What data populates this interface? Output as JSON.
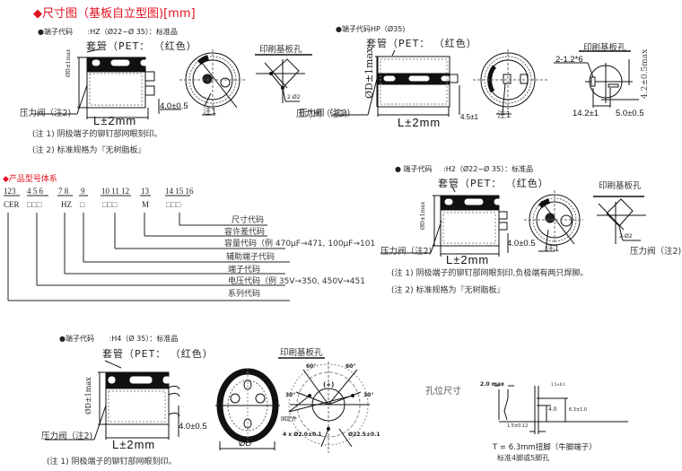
{
  "header": {
    "title": "◆尺寸图（基板自立型图)",
    "title_unit": "[mm]"
  },
  "common": {
    "sleeve": "套管（PET：  （红色）",
    "pcb_hole": "印刷基板孔",
    "length": "L±2mm",
    "diameter": "ØD±1max",
    "pressure_valve": "压力阀（注2)",
    "note1_mark": "注1",
    "bullet": "●"
  },
  "hz": {
    "terminal_code": "端子代码",
    "spec": ":HZ（Ø22~Ø 35）：标准品",
    "lead": "4.0±0.5",
    "hole": "2-Ø2",
    "notes": [
      "(注 1) 阴极端子的铆钉部网眼刻印。",
      "(注 2) 标准规格为『无树脂板』"
    ]
  },
  "hp": {
    "terminal_code": "端子代码HP（Ø35)",
    "lead": "4.5±1",
    "hole": "2-1.2*6",
    "pitch": "14.2±1",
    "offset": "5.0±0.5",
    "height": "4.2±0.5max"
  },
  "h2": {
    "terminal_code": "端子代码",
    "spec": ":H2（Ø22~Ø 35）：标准品",
    "lead": "4.0±0.5",
    "hole": "2-Ø2",
    "notes": [
      "(注 1) 阴极端子的铆钉部网眼刻印,负极端有两只焊脚。",
      "(注 2) 标准规格为『无树脂板』"
    ]
  },
  "model_system": {
    "title": "◆产品型号体系",
    "positions": [
      "123",
      "4 5 6",
      "7 8",
      "9",
      "10 11 12",
      "13",
      "14 15 16"
    ],
    "values": [
      "CER",
      "□□□",
      "HZ",
      "□",
      "□□□",
      "M",
      "□□□"
    ],
    "labels": [
      "尺寸代码",
      "容许差代码",
      "容量代码（例 470μF→471, 100μF→101",
      "辅助端子代码",
      "端子代码",
      "电压代码（例 35V→350, 450V→451",
      "系列代码"
    ]
  },
  "h4": {
    "terminal_code": "端子代码",
    "spec": ":H4（Ø 35）：标准品",
    "lead": "4.0±0.5",
    "diameter_bottom": "ØD",
    "angle_60": "60°",
    "angle_30": "30°",
    "polarity": "(+)",
    "fixture": "固定件",
    "holes": "4 x Ø2.0±0.1",
    "circle": "Ø22.5±0.1",
    "notes": [
      "(注 1) 阴极端子的铆钉部网眼刻印。"
    ]
  },
  "hole_size": {
    "title": "孔位尺寸",
    "max_width": "2.0 max",
    "thickness": "1.5±0.1",
    "depth": "4.0",
    "height": "6.3±1.0",
    "pin_width": "1.5±0.12",
    "caption1": "T = 6.3mm扭脚（牛脚端子）",
    "caption2": "标准4脚或5脚孔"
  }
}
